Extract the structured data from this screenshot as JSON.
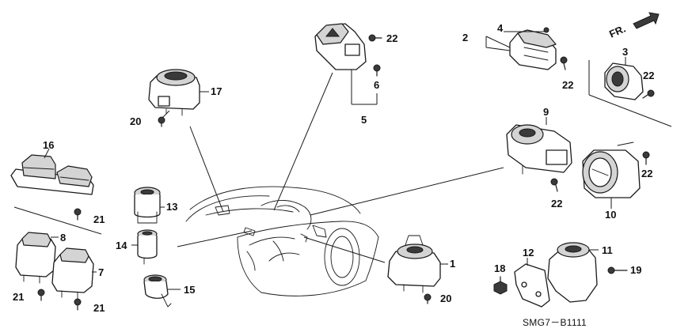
{
  "diagram": {
    "labels": {
      "p1": "1",
      "p2": "2",
      "p3": "3",
      "p4": "4",
      "p5": "5",
      "p6": "6",
      "p7": "7",
      "p8": "8",
      "p9": "9",
      "p10": "10",
      "p11": "11",
      "p12": "12",
      "p13": "13",
      "p14": "14",
      "p15": "15",
      "p16": "16",
      "p17": "17",
      "p18": "18",
      "p19": "19",
      "p20a": "20",
      "p20b": "20",
      "p21a": "21",
      "p21b": "21",
      "p21c": "21",
      "p22a": "22",
      "p22b": "22",
      "p22c": "22",
      "p22d": "22",
      "p22e": "22"
    },
    "fr_label": "FR.",
    "code": "SMG7－B1111"
  }
}
